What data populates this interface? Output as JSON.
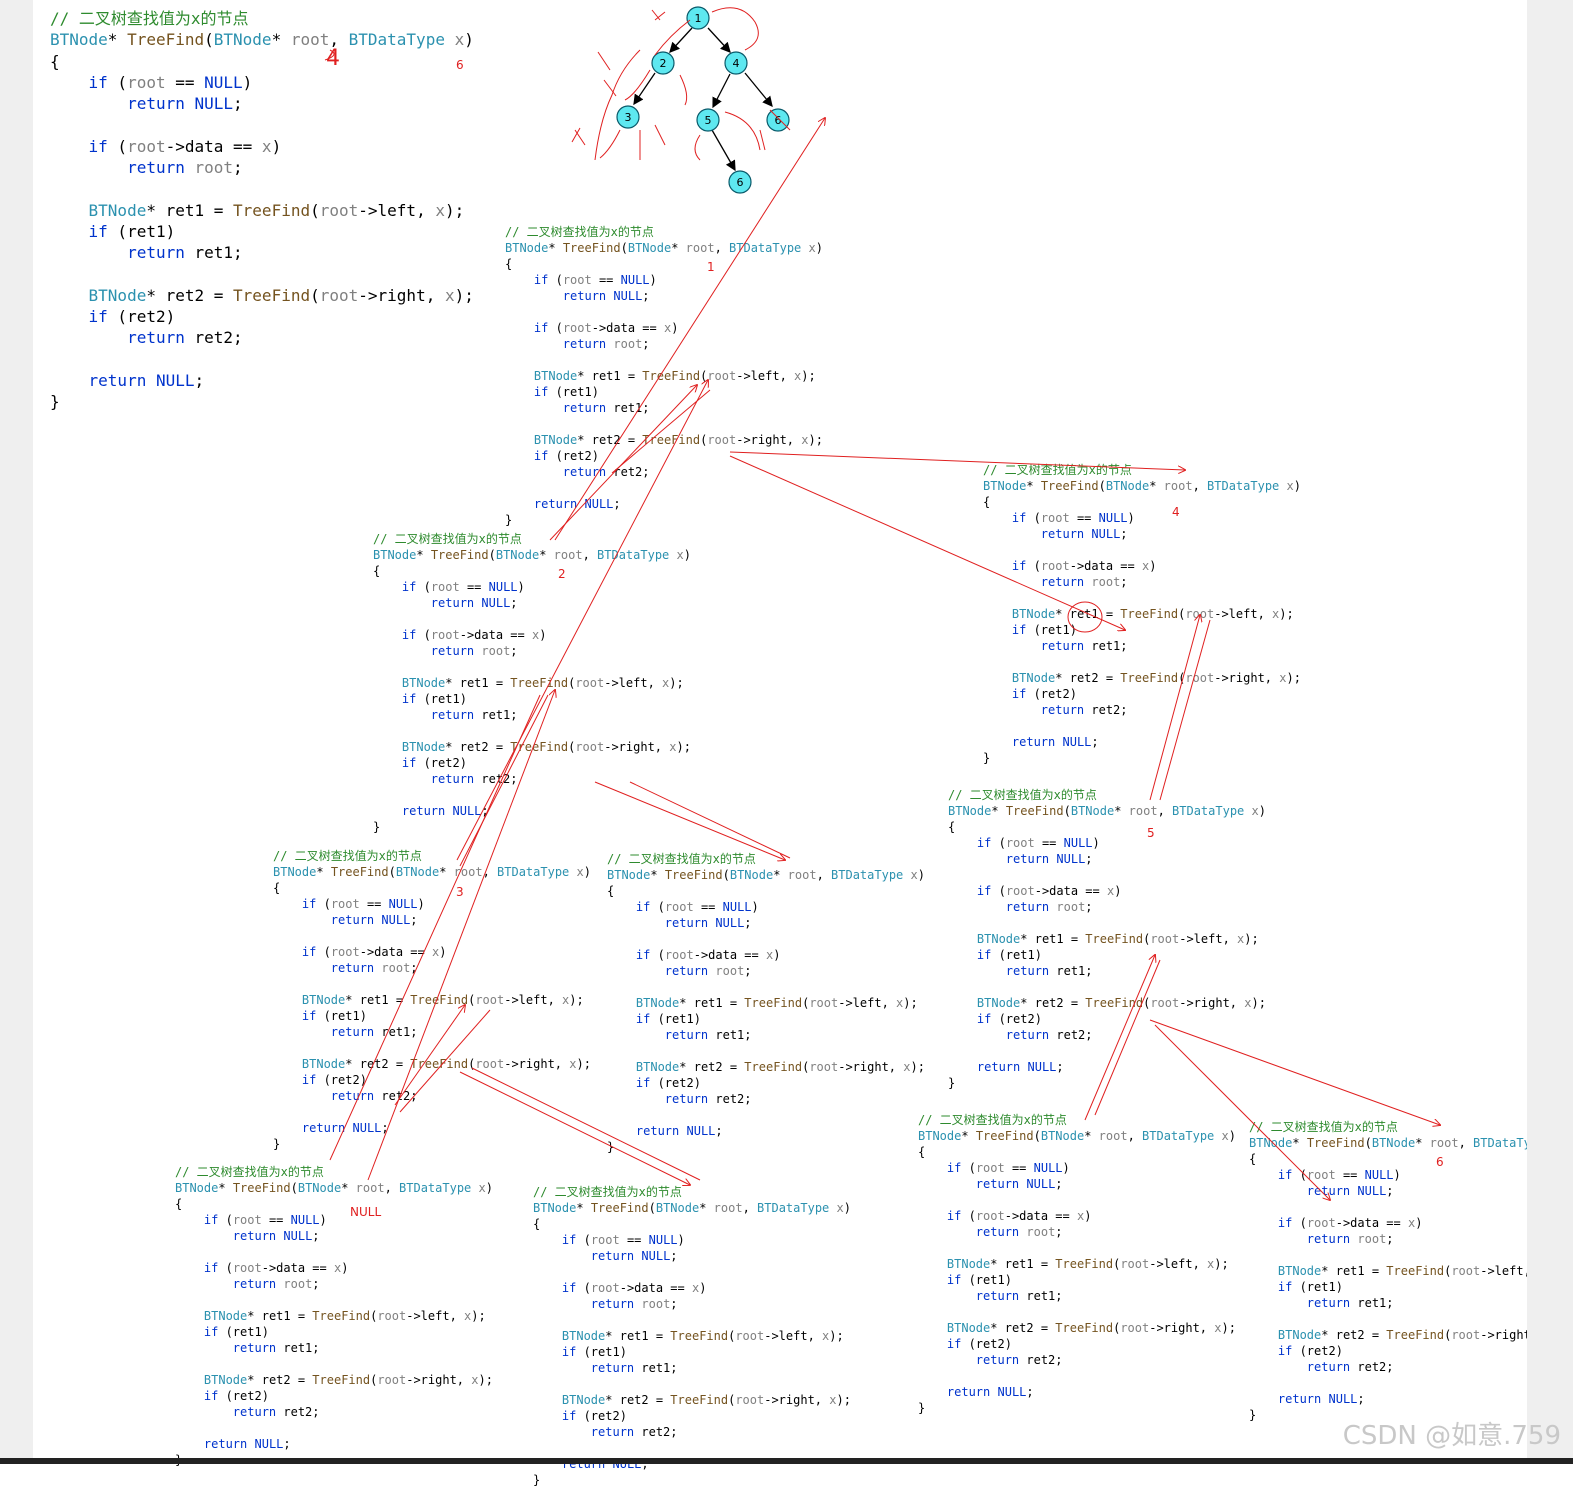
{
  "code": {
    "comment": "// 二叉树查找值为x的节点",
    "type": "BTNode",
    "fn": "TreeFind",
    "param_root": "root",
    "param_type": "BTDataType",
    "param_x": "x",
    "lines": [
      "{",
      "    if (root == NULL)",
      "        return NULL;",
      "",
      "    if (root->data == x)",
      "        return root;",
      "",
      "    BTNode* ret1 = TreeFind(root->left, x);",
      "    if (ret1)",
      "        return ret1;",
      "",
      "    BTNode* ret2 = TreeFind(root->right, x);",
      "    if (ret2)",
      "        return ret2;",
      "",
      "    return NULL;",
      "}"
    ]
  },
  "tree": {
    "nodes": [
      "1",
      "2",
      "4",
      "3",
      "5",
      "6",
      "6"
    ]
  },
  "annotations": {
    "main_4": "4",
    "main_6": "6",
    "f1": "1",
    "f2": "2",
    "f3": "3",
    "f4": "4",
    "f5": "5",
    "f6": "6",
    "null_label": "NULL"
  },
  "watermark": "CSDN @如意.759"
}
